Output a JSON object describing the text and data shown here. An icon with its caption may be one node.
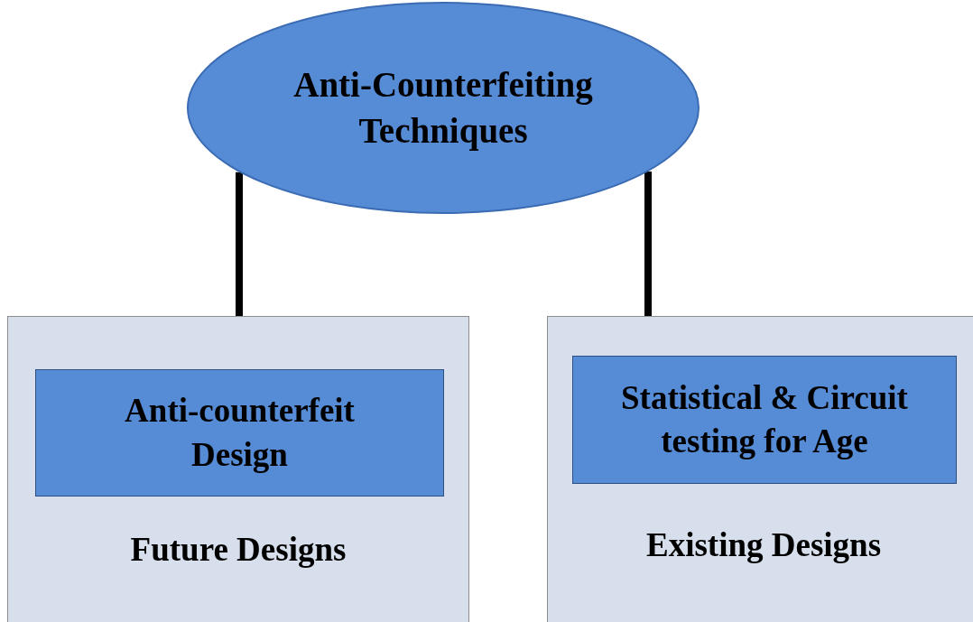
{
  "diagram": {
    "nodes": [
      {
        "text": [
          "Anti-Counterfeiting Techniques"
        ]
      },
      {
        "text": [
          "Future Designs"
        ]
      },
      {
        "text": [
          "Anti-counterfeit Design"
        ],
        "in": 1
      },
      {
        "text": [
          "Existing Designs"
        ]
      },
      {
        "text": [
          "Statistical & Circuit testing for Age"
        ],
        "in": 3
      }
    ],
    "edges": [
      {
        "from": 0,
        "to": 1,
        "arrow": "none"
      },
      {
        "from": 0,
        "to": 3,
        "arrow": "none"
      }
    ]
  }
}
